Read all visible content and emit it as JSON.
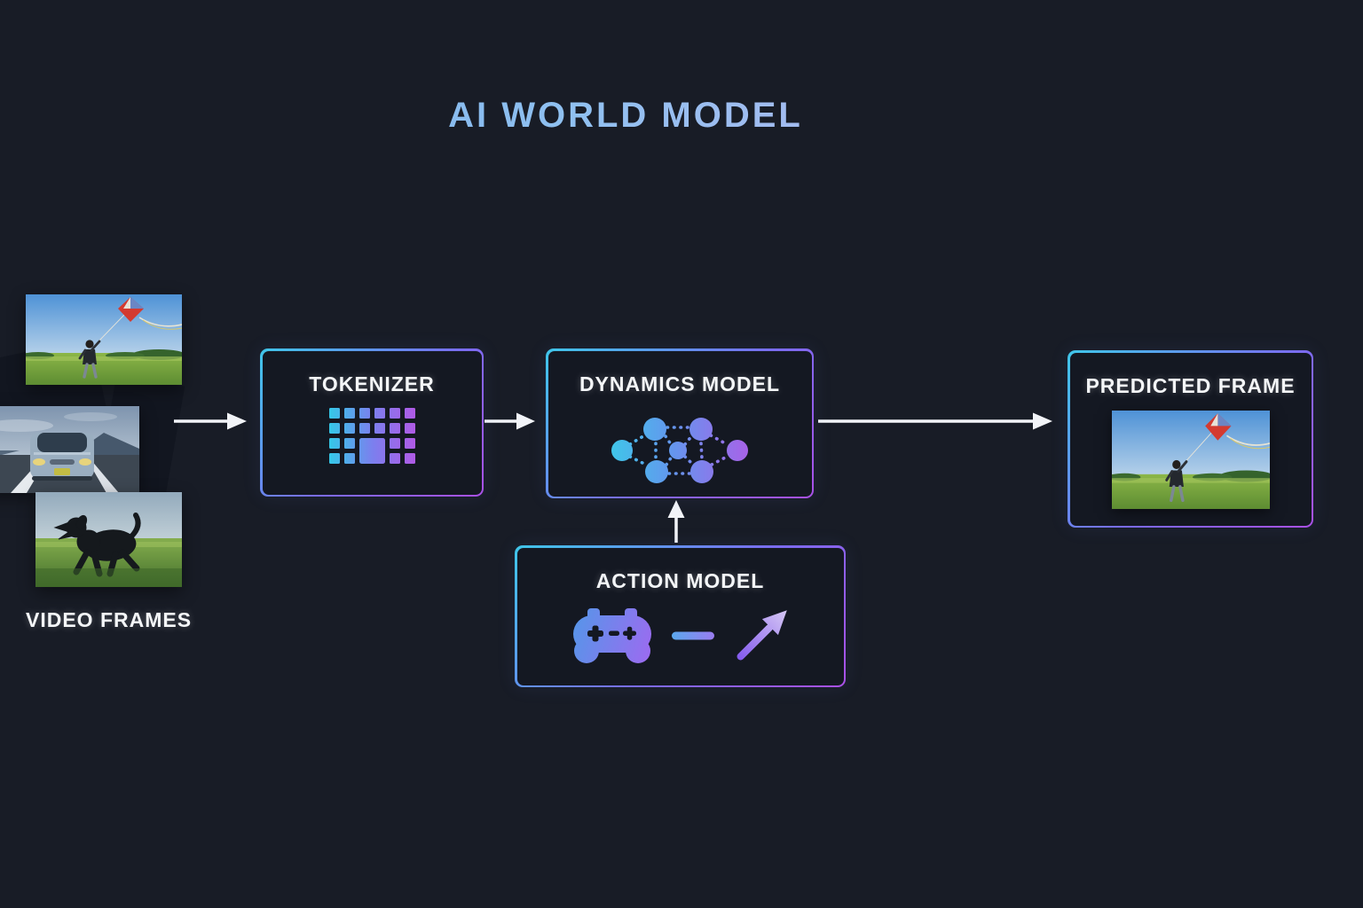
{
  "title": "AI WORLD MODEL",
  "input": {
    "label": "VIDEO FRAMES",
    "frames": [
      {
        "id": "kite-frame",
        "description": "child flying a red kite in a green field"
      },
      {
        "id": "car-frame",
        "description": "silver car driving on a highway"
      },
      {
        "id": "dog-frame",
        "description": "black dog running through grass"
      }
    ]
  },
  "nodes": {
    "tokenizer": {
      "label": "TOKENIZER",
      "icon": "token-grid-icon"
    },
    "dynamics_model": {
      "label": "DYNAMICS MODEL",
      "icon": "neural-network-icon"
    },
    "action_model": {
      "label": "ACTION MODEL",
      "icons": [
        "gamepad-icon",
        "dash-icon",
        "trend-arrow-icon"
      ]
    },
    "predicted_frame": {
      "label": "PREDICTED FRAME",
      "description": "child flying a red kite in a green field"
    }
  },
  "connections": [
    {
      "from": "video_frames",
      "to": "tokenizer"
    },
    {
      "from": "tokenizer",
      "to": "dynamics_model"
    },
    {
      "from": "dynamics_model",
      "to": "predicted_frame"
    },
    {
      "from": "action_model",
      "to": "dynamics_model",
      "direction": "up"
    }
  ],
  "colors": {
    "background": "#181c26",
    "box_fill": "#141822",
    "border_gradient_start": "#3fc6e9",
    "border_gradient_end": "#aa50e6",
    "title_gradient_start": "#6fa8e8",
    "title_gradient_end": "#c8b4f0",
    "arrow": "#f2f4f8",
    "text": "#f4f6f8"
  }
}
